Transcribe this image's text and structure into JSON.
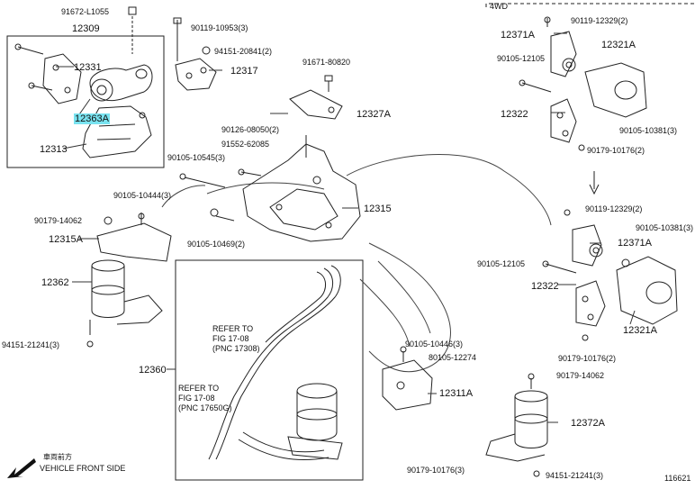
{
  "diagram": {
    "variant_4wd": "4WD",
    "refer_note_1": [
      "REFER TO",
      "FIG 17-08",
      "(PNC 17308)"
    ],
    "refer_note_2": [
      "REFER TO",
      "FIG 17-08",
      "(PNC 17650G)"
    ],
    "front_label": [
      "車両前方",
      "VEHICLE FRONT SIDE"
    ],
    "figure_id": "116621",
    "selected_part": "12363A",
    "parts": [
      "91672-L1055",
      "12309",
      "90119-10953(3)",
      "94151-20841(2)",
      "12331",
      "12317",
      "91671-80820",
      "12363A",
      "12327A",
      "12313",
      "90126-08050(2)",
      "91552-62085",
      "90105-10545(3)",
      "90105-10444(3)",
      "90179-14062",
      "12315A",
      "12315",
      "90105-10469(2)",
      "12362",
      "94151-21241(3)",
      "12360",
      "90105-10446(3)",
      "80105-12274",
      "12311A",
      "90179-10176(3)",
      "90119-12329(2)",
      "12371A",
      "12321A",
      "90105-12105",
      "12322",
      "90105-10381(3)",
      "90179-10176(2)",
      "90119-12329(2)",
      "90105-10381(3)",
      "12371A",
      "90105-12105",
      "12322",
      "12321A",
      "90179-10176(2)",
      "90179-14062",
      "12372A",
      "94151-21241(3)"
    ]
  }
}
